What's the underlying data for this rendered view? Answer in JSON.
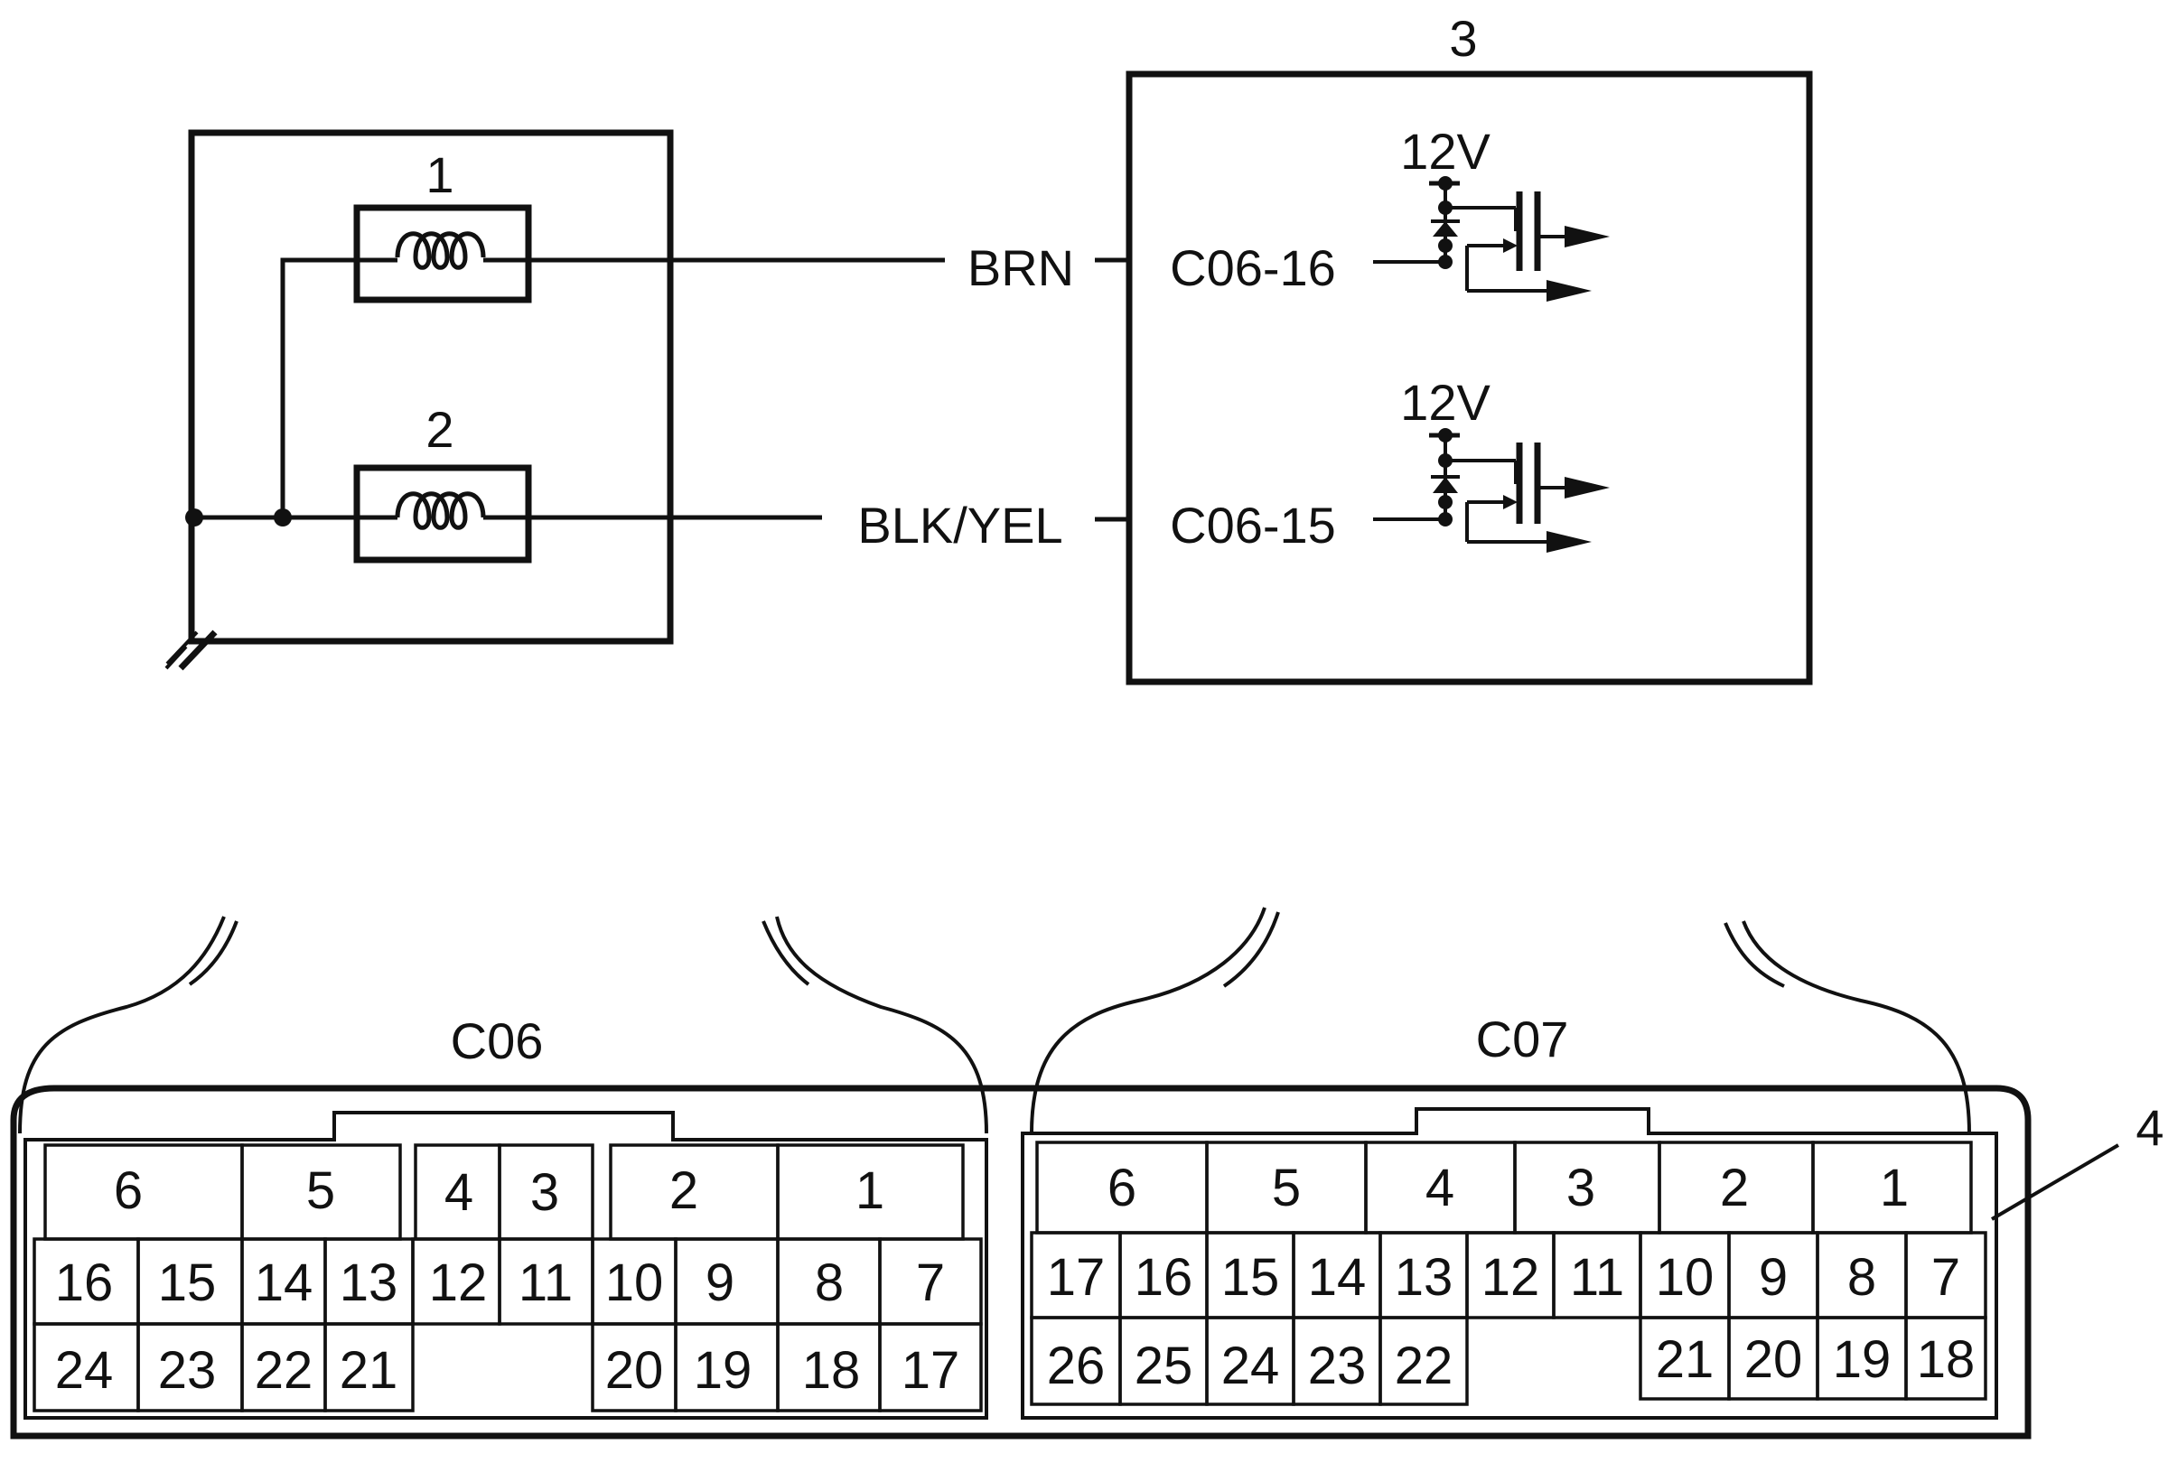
{
  "callouts": {
    "relay_1": "1",
    "relay_2": "2",
    "module": "3",
    "connector_body": "4"
  },
  "wires": {
    "top_color": "BRN",
    "bottom_color": "BLK/YEL"
  },
  "module_pins": {
    "top_pin": "C06-16",
    "bottom_pin": "C06-15",
    "top_supply": "12V",
    "bottom_supply": "12V"
  },
  "connectors": {
    "c06": {
      "name": "C06",
      "top_row_groups": [
        "6",
        "5",
        "4",
        "3",
        "2",
        "1"
      ],
      "pin_row_1": [
        "16",
        "15",
        "14",
        "13",
        "12",
        "11",
        "10",
        "9",
        "8",
        "7"
      ],
      "pin_row_2": [
        "24",
        "23",
        "22",
        "21",
        "20",
        "19",
        "18",
        "17"
      ]
    },
    "c07": {
      "name": "C07",
      "top_row_groups": [
        "6",
        "5",
        "4",
        "3",
        "2",
        "1"
      ],
      "pin_row_1": [
        "17",
        "16",
        "15",
        "14",
        "13",
        "12",
        "11",
        "10",
        "9",
        "8",
        "7"
      ],
      "pin_row_2": [
        "26",
        "25",
        "24",
        "23",
        "22",
        "21",
        "20",
        "19",
        "18"
      ]
    }
  },
  "colors": {
    "line": "#111111",
    "background": "#ffffff"
  }
}
